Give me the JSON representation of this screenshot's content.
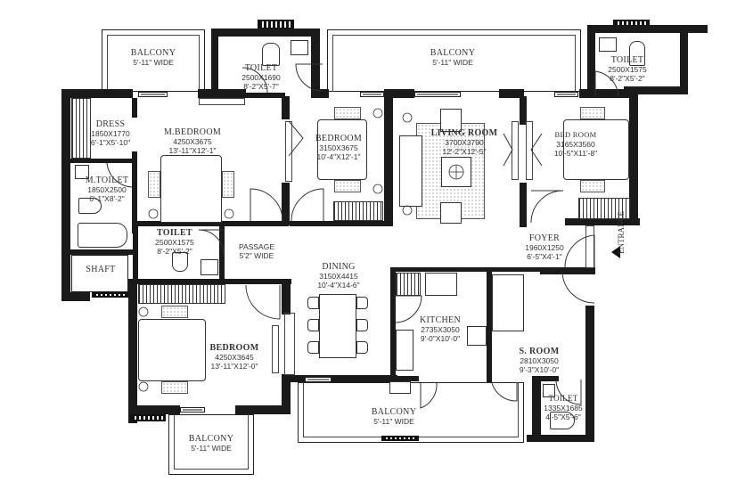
{
  "plan": {
    "entrance_label": "ENTRANCE",
    "rooms": {
      "balcony_top_left": {
        "name": "BALCONY",
        "dim": "5'-11\" WIDE"
      },
      "toilet_top": {
        "name": "TOILET",
        "dim_mm": "2500X1690",
        "dim_ft": "8'-2\"X5'-7\""
      },
      "balcony_top_mid": {
        "name": "BALCONY",
        "dim": "5'-11\" WIDE"
      },
      "toilet_top_right": {
        "name": "TOILET",
        "dim_mm": "2500X1575",
        "dim_ft": "8'-2\"X5'-2\""
      },
      "dress": {
        "name": "DRESS",
        "dim_mm": "1850X1770",
        "dim_ft": "6'-1\"X5'-10\""
      },
      "m_bedroom": {
        "name": "M.BEDROOM",
        "dim_mm": "4250X3675",
        "dim_ft": "13'-11\"X12'-1\""
      },
      "bedroom_2": {
        "name": "BEDROOM",
        "dim_mm": "3150X3675",
        "dim_ft": "10'-4\"X12'-1\""
      },
      "living_room": {
        "name": "LIVING ROOM",
        "dim_mm": "3700X3790",
        "dim_ft": "12'-2\"X12'-5\""
      },
      "bed_room_3": {
        "name": "BED ROOM",
        "dim_mm": "3165X3560",
        "dim_ft": "10'-5\"X11'-8\""
      },
      "m_toilet": {
        "name": "M.TOILET",
        "dim_mm": "1850X2500",
        "dim_ft": "6'-1\"X8'-2\""
      },
      "toilet_mid": {
        "name": "TOILET",
        "dim_mm": "2500X1575",
        "dim_ft": "8'-2\"X5'-2\""
      },
      "passage": {
        "name": "PASSAGE",
        "dim": "5'2\" WIDE"
      },
      "foyer": {
        "name": "FOYER",
        "dim_mm": "1960X1250",
        "dim_ft": "6'-5\"X4'-1\""
      },
      "shaft": {
        "name": "SHAFT"
      },
      "dining": {
        "name": "DINING",
        "dim_mm": "3150X4415",
        "dim_ft": "10'-4\"X14-6\""
      },
      "kitchen": {
        "name": "KITCHEN",
        "dim_mm": "2735X3050",
        "dim_ft": "9'-0\"X10'-0\""
      },
      "bedroom_4": {
        "name": "BEDROOM",
        "dim_mm": "4250X3645",
        "dim_ft": "13'-11\"X12'-0\""
      },
      "s_room": {
        "name": "S. ROOM",
        "dim_mm": "2810X3050",
        "dim_ft": "9'-3\"X10'-0\""
      },
      "toilet_small": {
        "name": "TOILET",
        "dim_mm": "1335X1685",
        "dim_ft": "4'-5\"X5'-6\""
      },
      "balcony_bottom_mid": {
        "name": "BALCONY",
        "dim": "5'-11\" WIDE"
      },
      "balcony_bottom_left": {
        "name": "BALCONY",
        "dim": "5'-11\" WIDE"
      }
    }
  }
}
